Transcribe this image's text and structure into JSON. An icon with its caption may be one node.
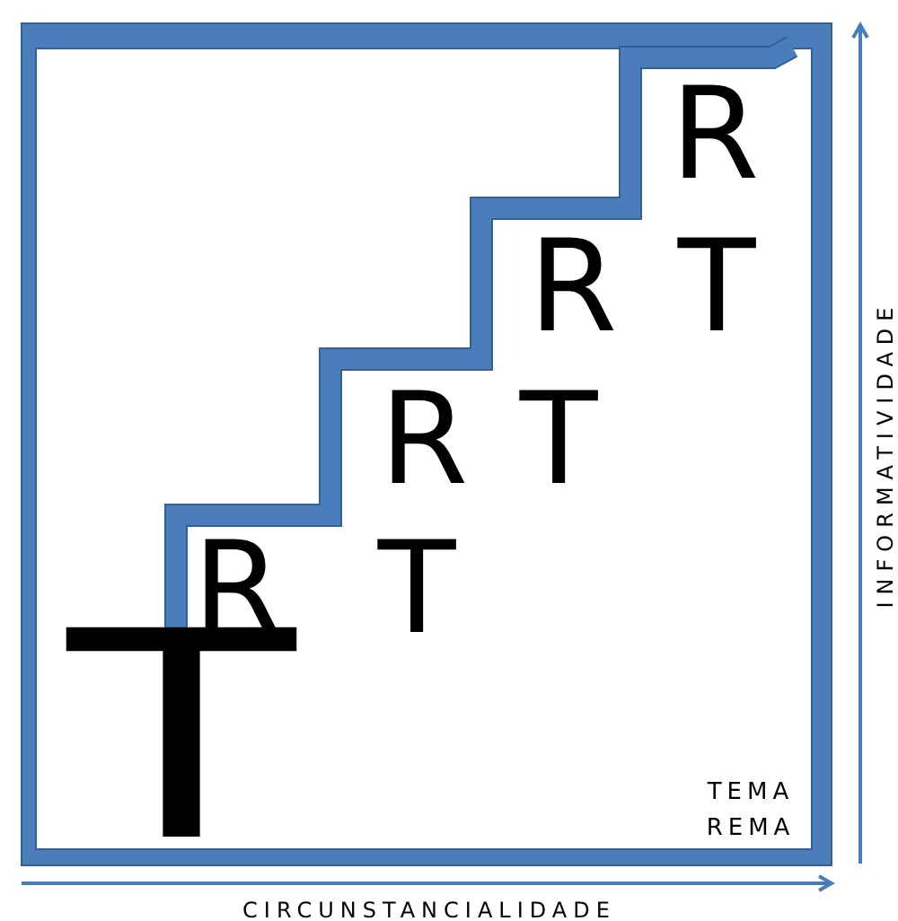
{
  "diagram": {
    "labels": [
      "R",
      "R",
      "T",
      "R",
      "T",
      "R",
      "T",
      "T",
      "TEMA",
      "REMA",
      "INFORMATIVIDADE",
      "CIRCUNSTANCIALIDADE"
    ]
  }
}
